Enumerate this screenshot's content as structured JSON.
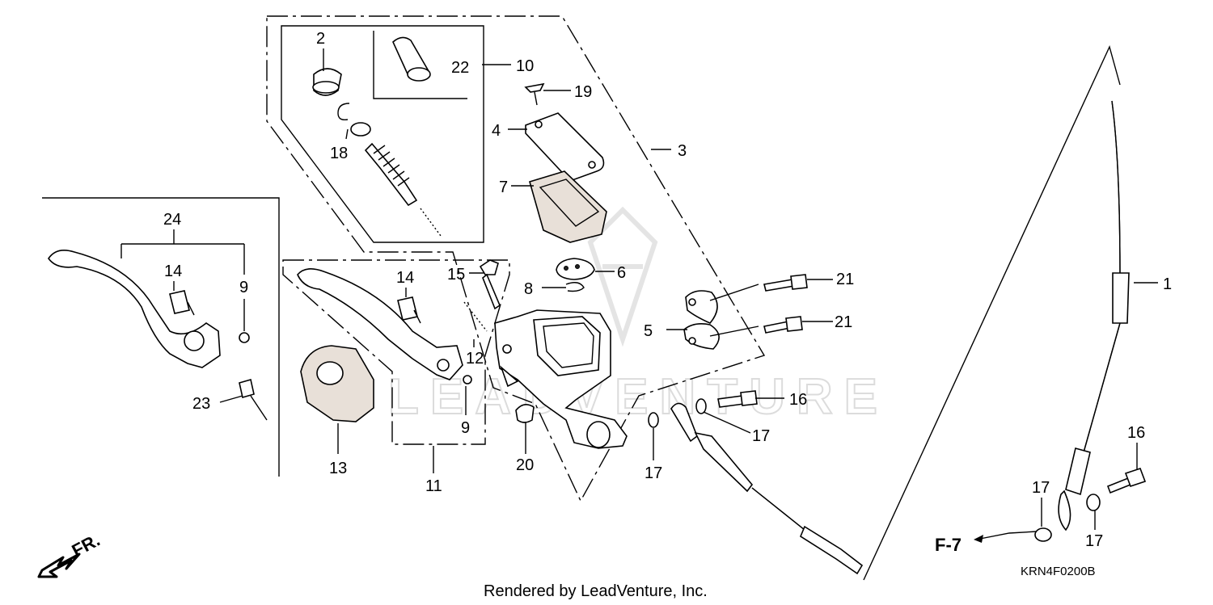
{
  "watermark": "LEADVENTURE",
  "footer_text": "Rendered by LeadVenture, Inc.",
  "diagram_code": "KRN4F0200B",
  "front_arrow_label": "FR.",
  "page_ref_label": "F-7",
  "callouts": {
    "c1": "1",
    "c2": "2",
    "c3": "3",
    "c4": "4",
    "c5": "5",
    "c6": "6",
    "c7": "7",
    "c8": "8",
    "c9a": "9",
    "c9b": "9",
    "c10": "10",
    "c11": "11",
    "c12": "12",
    "c13": "13",
    "c14a": "14",
    "c14b": "14",
    "c15": "15",
    "c16a": "16",
    "c16b": "16",
    "c17a": "17",
    "c17b": "17",
    "c17c": "17",
    "c17d": "17",
    "c18": "18",
    "c19": "19",
    "c20": "20",
    "c21a": "21",
    "c21b": "21",
    "c22": "22",
    "c23": "23",
    "c24": "24"
  },
  "icons": {
    "front_arrow": "arrow-down-left-icon",
    "page_ref_arrow": "arrow-left-icon"
  }
}
